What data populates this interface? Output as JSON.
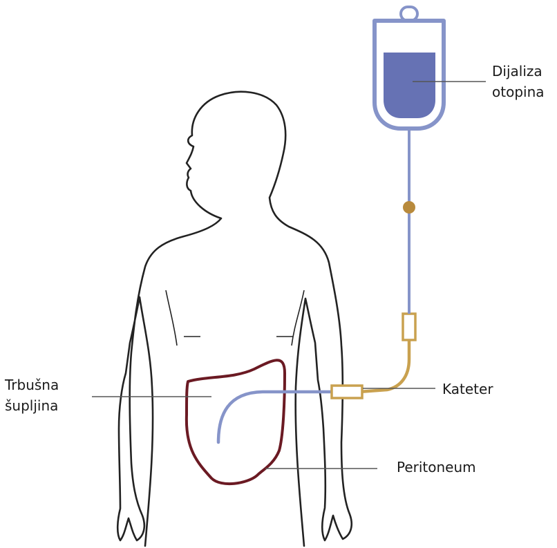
{
  "labels": {
    "dialysate_line1": "Dijaliza",
    "dialysate_line2": "otopina",
    "abdomen_line1": "Trbušna",
    "abdomen_line2": "šupljina",
    "catheter": "Kateter",
    "peritoneum": "Peritoneum"
  },
  "colors": {
    "body_outline": "#222222",
    "bag_and_tube": "#8694c9",
    "fluid": "#6672b4",
    "catheter_gold": "#c9a14f",
    "clamp": "#b88a3c",
    "peritoneum": "#6b1a23",
    "leader_lines": "#555555"
  },
  "icons": [
    "human-silhouette",
    "iv-bag-icon",
    "catheter-connector-icon",
    "clamp-icon"
  ]
}
